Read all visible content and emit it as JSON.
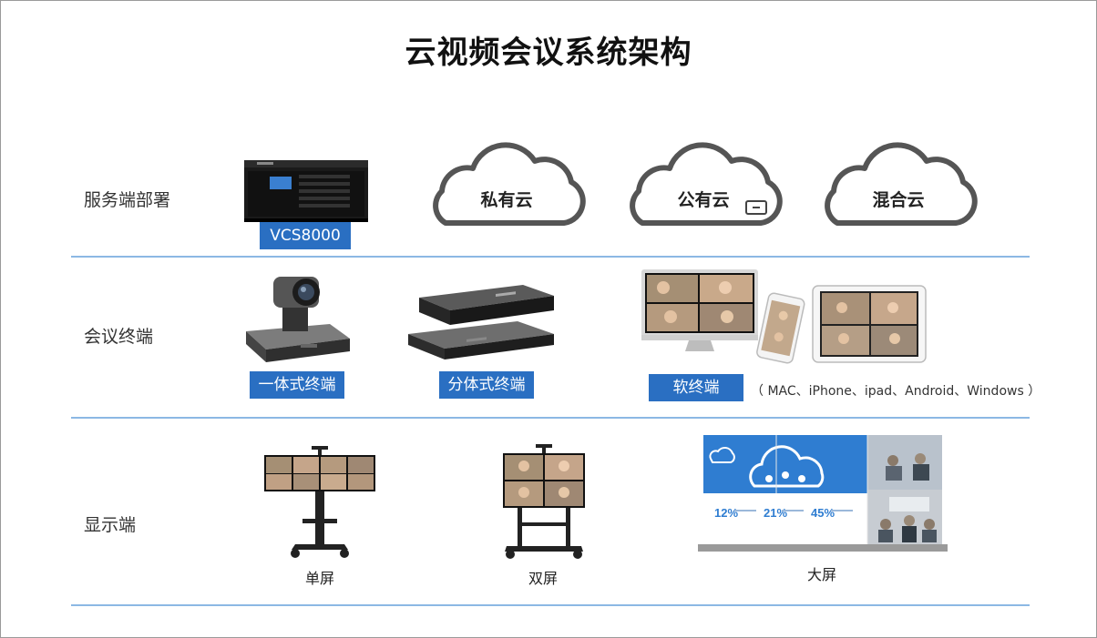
{
  "title": "云视频会议系统架构",
  "rows": {
    "server": {
      "label": "服务端部署"
    },
    "terminal": {
      "label": "会议终端"
    },
    "display": {
      "label": "显示端"
    }
  },
  "server_items": {
    "device_tag": "VCS8000",
    "clouds": [
      "私有云",
      "公有云",
      "混合云"
    ]
  },
  "terminal_items": {
    "all_in_one": "一体式终端",
    "split": "分体式终端",
    "soft": "软终端",
    "platforms": "（ MAC、iPhone、ipad、Android、Windows ）"
  },
  "display_items": {
    "single": "单屏",
    "dual": "双屏",
    "large": "大屏",
    "large_screen_stats": [
      "12%",
      "21%",
      "45%"
    ]
  },
  "colors": {
    "accent_blue": "#2a6fc2",
    "separator": "#8cb8e4",
    "cloud_stroke": "#555555"
  }
}
